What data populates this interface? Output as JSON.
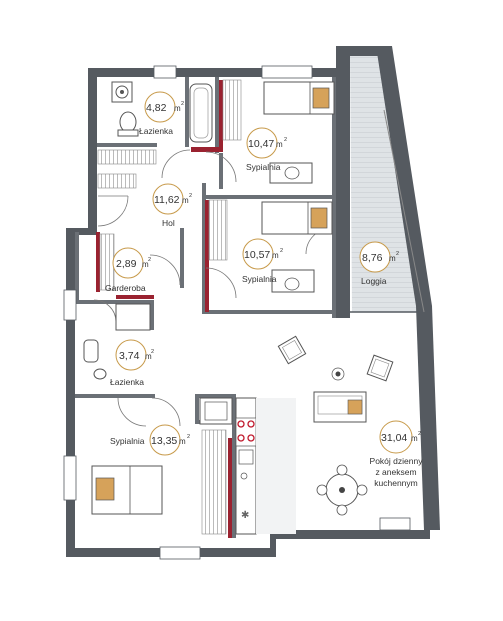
{
  "colors": {
    "wall": "#555a60",
    "interior_wall": "#9a2230",
    "badge_border": "#c79a4a",
    "pillow": "#d6a25a",
    "loggia_fill": "#d6dadd",
    "accent_red": "#c0192c"
  },
  "units": {
    "area": "m",
    "area_power": "2"
  },
  "rooms": [
    {
      "key": "lazienka1",
      "name": "Łazienka",
      "area": "4,82"
    },
    {
      "key": "sypialnia1",
      "name": "Sypialnia",
      "area": "10,47"
    },
    {
      "key": "hol",
      "name": "Hol",
      "area": "11,62"
    },
    {
      "key": "sypialnia2",
      "name": "Sypialnia",
      "area": "10,57"
    },
    {
      "key": "loggia",
      "name": "Loggia",
      "area": "8,76"
    },
    {
      "key": "garderoba",
      "name": "Garderoba",
      "area": "2,89"
    },
    {
      "key": "lazienka2",
      "name": "Łazienka",
      "area": "3,74"
    },
    {
      "key": "sypialnia3",
      "name": "Sypialnia",
      "area": "13,35"
    },
    {
      "key": "pokoj",
      "name_lines": [
        "Pokój dzienny",
        "z aneksem",
        "kuchennym"
      ],
      "area": "31,04"
    }
  ],
  "icons": {
    "bed": "bed-icon",
    "bathtub": "bathtub-icon",
    "toilet": "toilet-icon",
    "washing_machine": "washing-machine-icon",
    "sink": "sink-icon",
    "sofa": "sofa-icon",
    "armchair": "armchair-icon",
    "dining_table": "dining-table-icon",
    "desk": "desk-icon",
    "chair": "chair-icon",
    "stove": "stove-icon",
    "wardrobe": "wardrobe-icon",
    "plant": "plant-icon"
  }
}
